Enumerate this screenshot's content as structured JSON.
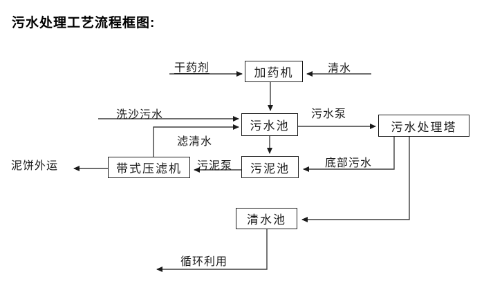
{
  "title": "污水处理工艺流程框图:",
  "diagram": {
    "nodes": [
      {
        "id": "dosing-machine",
        "label": "加药机"
      },
      {
        "id": "sewage-pool",
        "label": "污水池"
      },
      {
        "id": "treatment-tower",
        "label": "污水处理塔"
      },
      {
        "id": "sludge-pool",
        "label": "污泥池"
      },
      {
        "id": "belt-filter-press",
        "label": "带式压滤机"
      },
      {
        "id": "clear-water-pool",
        "label": "清水池"
      }
    ],
    "edge_labels": [
      {
        "id": "dry-agent",
        "label": "干药剂",
        "underlined": true
      },
      {
        "id": "clear-water",
        "label": "清水"
      },
      {
        "id": "sand-washing-sewage",
        "label": "洗沙污水"
      },
      {
        "id": "sewage-pump",
        "label": "污水泵"
      },
      {
        "id": "filtered-water",
        "label": "滤清水"
      },
      {
        "id": "bottom-sewage",
        "label": "底部污水"
      },
      {
        "id": "sludge-pump",
        "label": "污泥泵"
      },
      {
        "id": "mud-cake-shipped-out",
        "label": "泥饼外运"
      },
      {
        "id": "recycling-reuse",
        "label": "循环利用"
      }
    ],
    "colors": {
      "line": "#3d3d3d",
      "arrowhead": "#1a1a1a",
      "box_border": "#1a1a1a",
      "text": "#000000",
      "background": "#ffffff"
    }
  }
}
